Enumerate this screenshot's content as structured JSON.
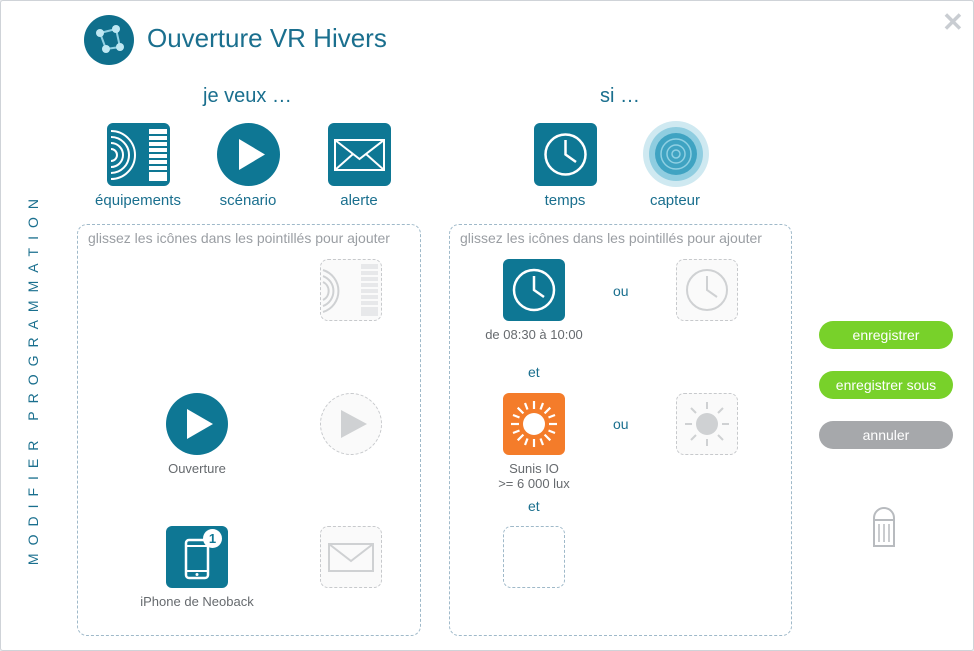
{
  "header": {
    "title": "Ouverture VR Hivers"
  },
  "side_label": "MODIFIER PROGRAMMATION",
  "actions": {
    "heading": "je veux …",
    "items": [
      "équipements",
      "scénario",
      "alerte"
    ],
    "drop_hint": "glissez les icônes dans les pointillés pour ajouter",
    "scenario_label": "Ouverture",
    "phone_label": "iPhone de Neoback",
    "phone_badge": "1"
  },
  "conditions": {
    "heading": "si …",
    "items": [
      "temps",
      "capteur"
    ],
    "drop_hint": "glissez les icônes dans les pointillés pour ajouter",
    "time_label": "de 08:30 à 10:00",
    "sun_label_1": "Sunis IO",
    "sun_label_2": ">= 6 000 lux",
    "or": "ou",
    "and": "et"
  },
  "buttons": {
    "save": "enregistrer",
    "save_as": "enregistrer sous",
    "cancel": "annuler"
  },
  "colors": {
    "teal": "#0e7794",
    "green": "#78d12a",
    "gray": "#a6a8ab",
    "orange": "#f47c2a"
  }
}
